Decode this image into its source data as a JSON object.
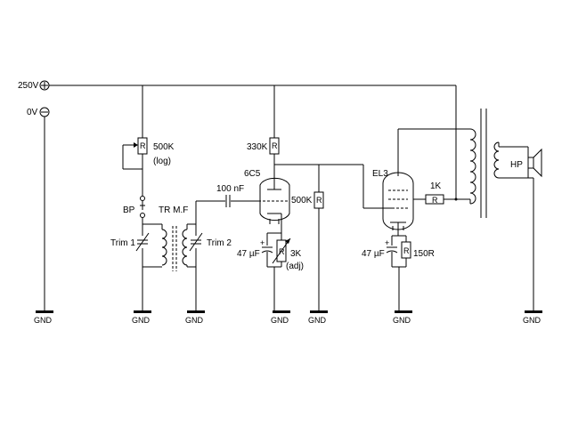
{
  "labels": {
    "v250": "250V",
    "v0": "0V",
    "gnd": "GND",
    "r500k_log_val": "500K",
    "r500k_log_note": "(log)",
    "r330k": "330K",
    "tube1": "6C5",
    "cap100n": "100 nF",
    "r500k": "500K",
    "cap47a": "47 µF",
    "r3k": "3K",
    "r3k_note": "(adj)",
    "tube2": "EL3",
    "r1k": "1K",
    "cap47b": "47 µF",
    "r150": "150R",
    "hp": "HP",
    "bp": "BP",
    "trmf": "TR M.F",
    "trim1": "Trim 1",
    "trim2": "Trim 2",
    "r_sym": "R",
    "plus": "+"
  }
}
